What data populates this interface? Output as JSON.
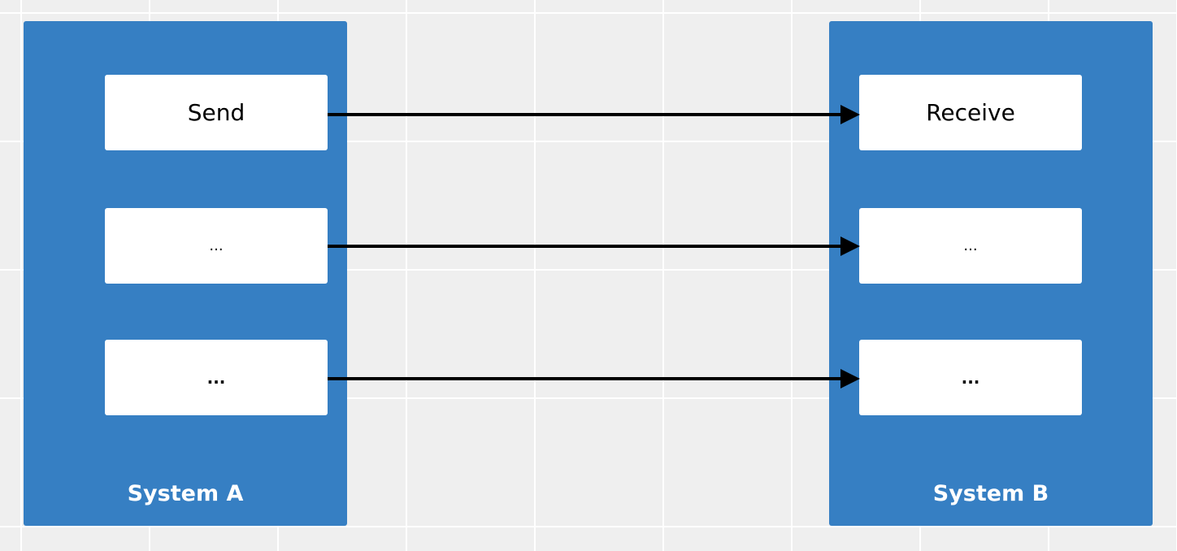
{
  "colors": {
    "system_fill": "#367fc3",
    "arrow": "#000000"
  },
  "systems": [
    {
      "label": "System A",
      "items": [
        "Send",
        "...",
        "..."
      ]
    },
    {
      "label": "System B",
      "items": [
        "Receive",
        "...",
        "..."
      ]
    }
  ],
  "connections": [
    {
      "from": "System A / Send",
      "to": "System B / Receive"
    },
    {
      "from": "System A / item 2",
      "to": "System B / item 2"
    },
    {
      "from": "System A / item 3",
      "to": "System B / item 3"
    }
  ]
}
